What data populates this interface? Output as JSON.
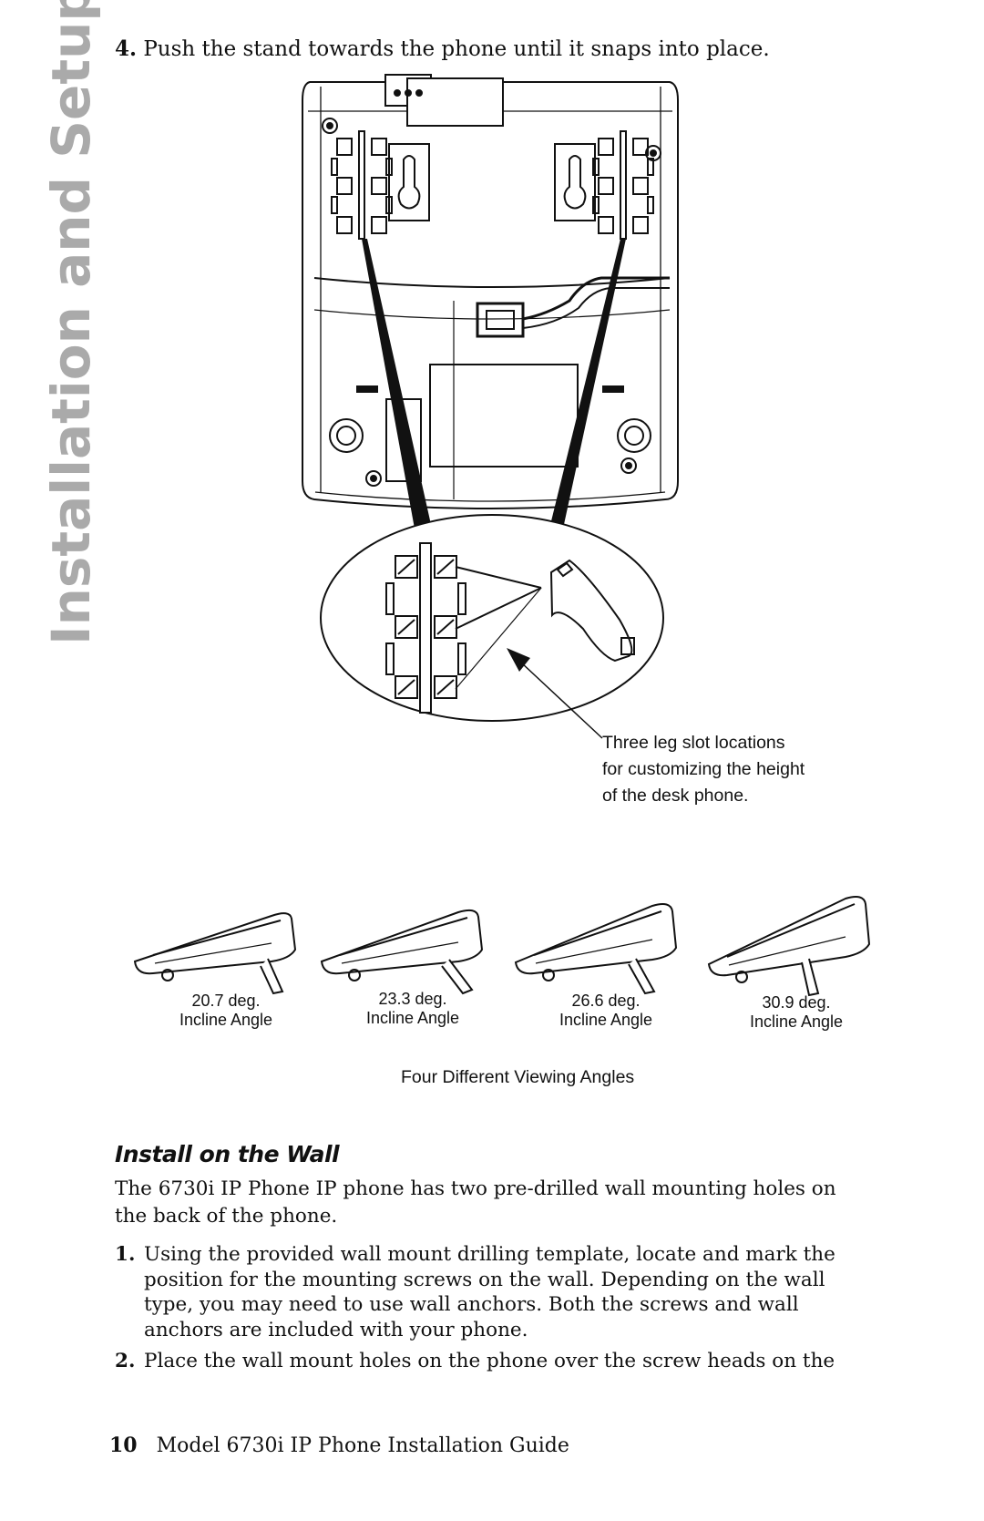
{
  "side_tab": "Installation and Setup",
  "step4": {
    "num": "4.",
    "text": "Push the stand towards the phone until it snaps into place."
  },
  "callout": [
    "Three leg slot locations",
    "for customizing the height",
    "of the desk phone."
  ],
  "angles": [
    {
      "value": "20.7 deg.",
      "label": "Incline Angle"
    },
    {
      "value": "23.3 deg.",
      "label": "Incline Angle"
    },
    {
      "value": "26.6 deg.",
      "label": "Incline Angle"
    },
    {
      "value": "30.9 deg.",
      "label": "Incline Angle"
    }
  ],
  "figure_caption": "Four Different Viewing Angles",
  "section_heading": "Install on the Wall",
  "intro": "The 6730i IP Phone IP phone has two pre-drilled wall mounting holes on the back of the phone.",
  "steps": [
    {
      "num": "1.",
      "text": "Using the provided wall mount drilling template, locate and mark the position for the mounting screws on the wall. Depending on the wall type, you may need to use wall anchors. Both the screws and wall anchors are included with your phone."
    },
    {
      "num": "2.",
      "text": "Place the wall mount holes on the phone over the screw heads on the"
    }
  ],
  "footer": {
    "page": "10",
    "title": "Model 6730i IP Phone Installation Guide"
  }
}
